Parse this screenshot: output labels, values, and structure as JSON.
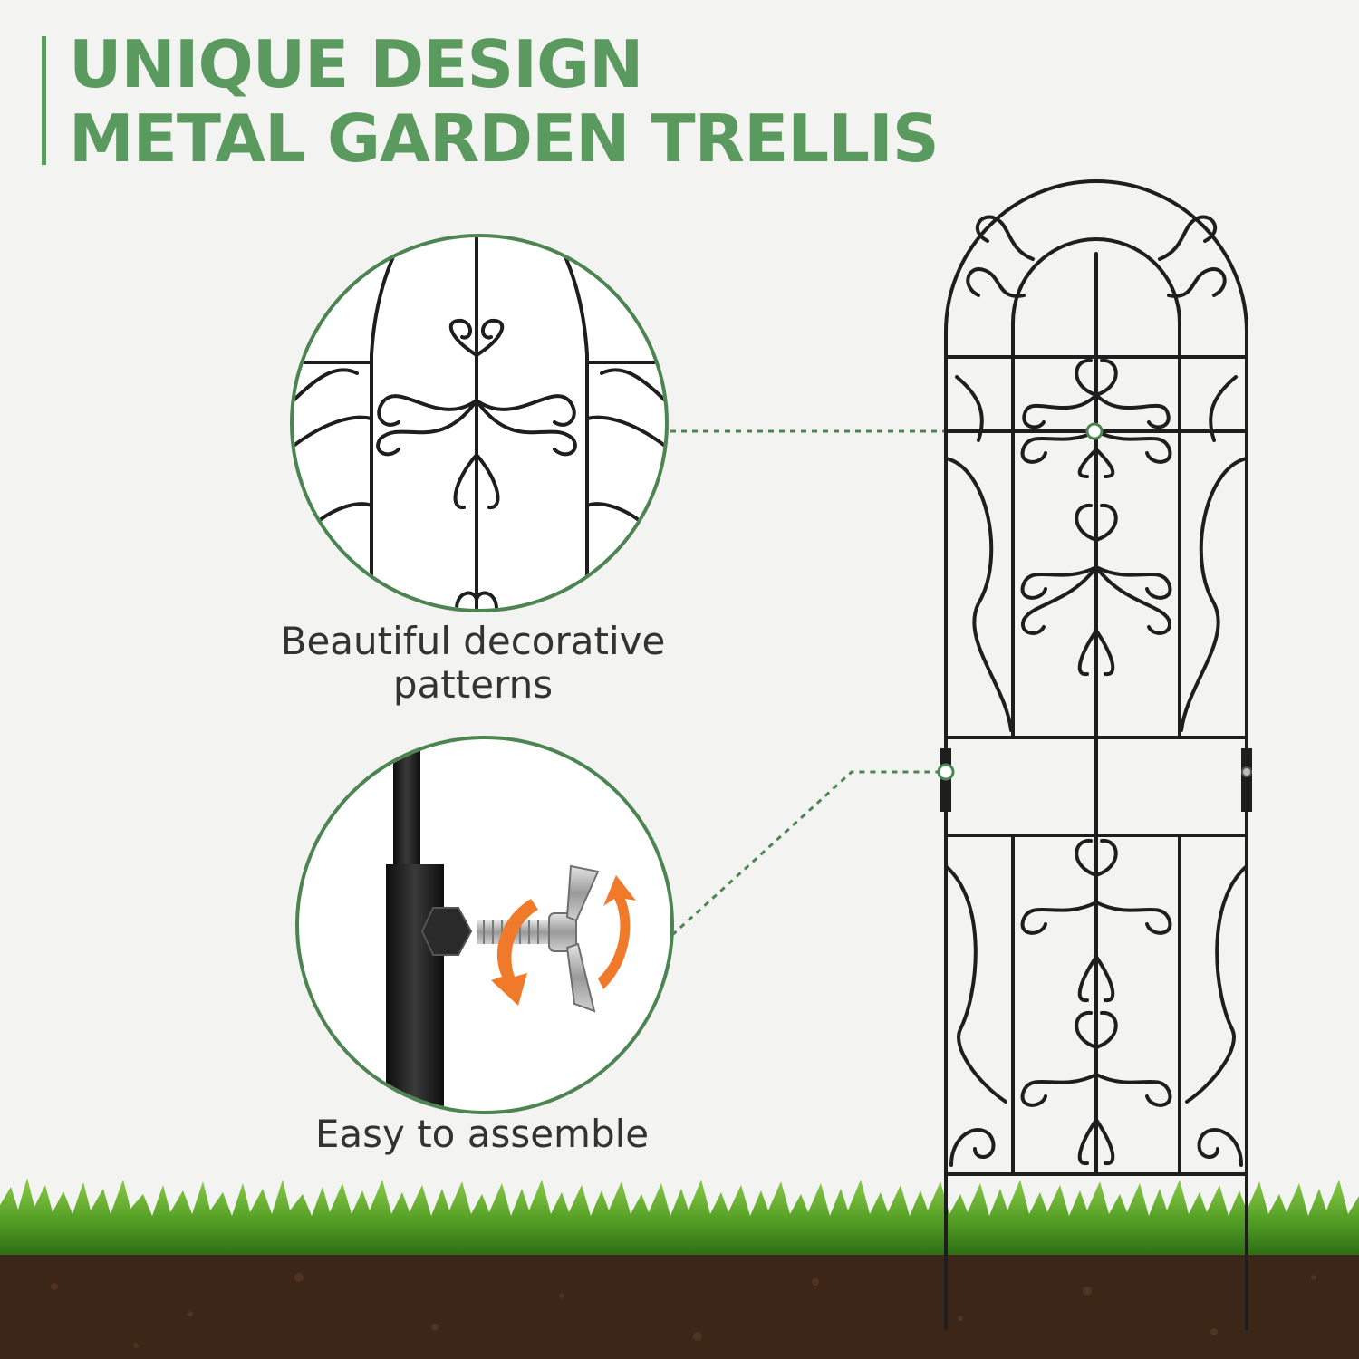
{
  "headline": {
    "line1": "UNIQUE DESIGN",
    "line2": "METAL GARDEN TRELLIS"
  },
  "features": [
    {
      "caption_line1": "Beautiful decorative",
      "caption_line2": "patterns"
    },
    {
      "caption_line1": "Easy to assemble"
    }
  ],
  "colors": {
    "accent_green": "#5a9a5e",
    "circle_border": "#4c8552",
    "metal": "#1e1e1e",
    "arrow_orange": "#f07a2a",
    "grass": "#4f9a22",
    "soil": "#3b2618"
  },
  "icons": [
    "rotate-arrow-up-icon",
    "rotate-arrow-down-icon",
    "wing-nut-icon"
  ]
}
